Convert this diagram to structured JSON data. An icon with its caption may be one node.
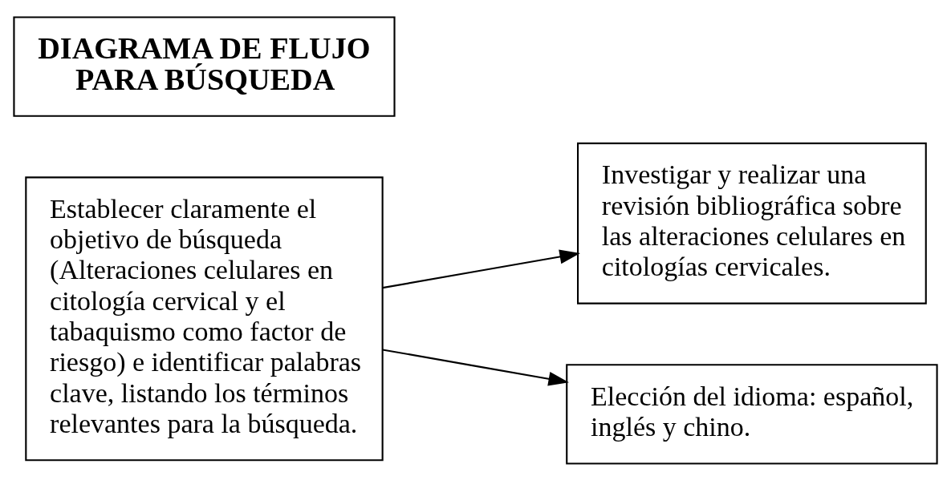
{
  "diagram": {
    "nodes": [
      {
        "text": [
          "DIAGRAMA DE FLUJO PARA BÚSQUEDA"
        ]
      },
      {
        "text": [
          "Establecer claramente el objetivo de búsqueda (Alteraciones celulares en citología cervical y el tabaquismo como factor de riesgo) e identificar palabras clave, listando los términos relevantes para la búsqueda."
        ]
      },
      {
        "text": [
          "Investigar y realizar una revisión bibliográfica sobre las alteraciones celulares en citologías cervicales."
        ]
      },
      {
        "text": [
          "Elección del idioma: español, inglés y chino."
        ]
      }
    ],
    "edges": [
      {
        "from": 1,
        "to": 2,
        "arrow": "to"
      },
      {
        "from": 1,
        "to": 3,
        "arrow": "to"
      }
    ]
  }
}
